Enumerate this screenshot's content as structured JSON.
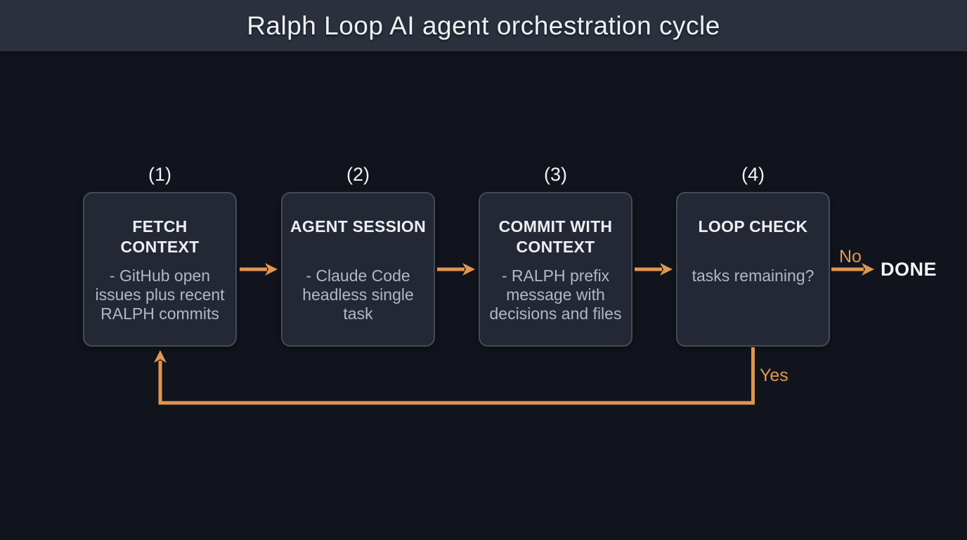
{
  "header": {
    "title": "Ralph Loop AI agent orchestration cycle"
  },
  "nodes": [
    {
      "number": "(1)",
      "title": "FETCH CONTEXT",
      "body": "- GitHub open issues plus recent RALPH commits"
    },
    {
      "number": "(2)",
      "title": "AGENT SESSION",
      "body": "- Claude Code headless single task"
    },
    {
      "number": "(3)",
      "title": "COMMIT WITH CONTEXT",
      "body": "- RALPH prefix message with decisions and files"
    },
    {
      "number": "(4)",
      "title": "LOOP CHECK",
      "body": "tasks remaining?"
    }
  ],
  "edges": {
    "no_label": "No",
    "yes_label": "Yes",
    "done_label": "DONE"
  },
  "colors": {
    "background": "#11141c",
    "header_bar": "#2b303d",
    "node_fill": "#232834",
    "node_border": "#434b59",
    "arrow": "#e2964f"
  }
}
